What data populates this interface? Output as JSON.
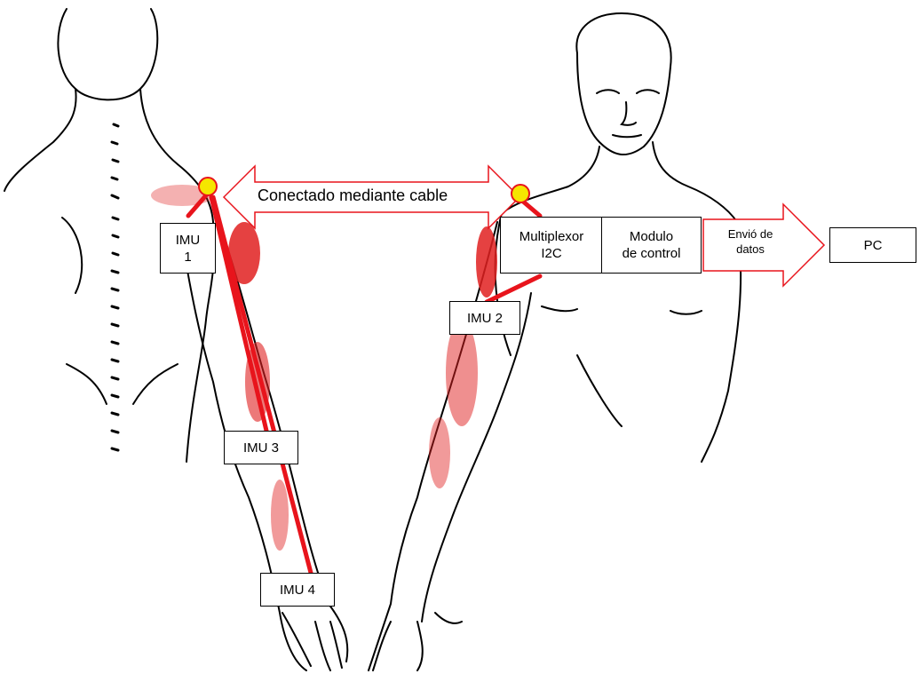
{
  "connection_label": "Conectado mediante cable",
  "labels": {
    "imu1_line1": "IMU",
    "imu1_line2": "1",
    "imu2": "IMU 2",
    "imu3": "IMU 3",
    "imu4": "IMU 4",
    "multiplexor_line1": "Multiplexor",
    "multiplexor_line2": "I2C",
    "modulo_line1": "Modulo",
    "modulo_line2": "de control",
    "send_line1": "Envió de",
    "send_line2": "datos",
    "pc": "PC"
  },
  "colors": {
    "cable": "#e8141c",
    "muscle_dots": "#e02020",
    "arrow_outline": "#e8141c",
    "connector_fill": "#f5e600",
    "body_outline": "#000000"
  }
}
